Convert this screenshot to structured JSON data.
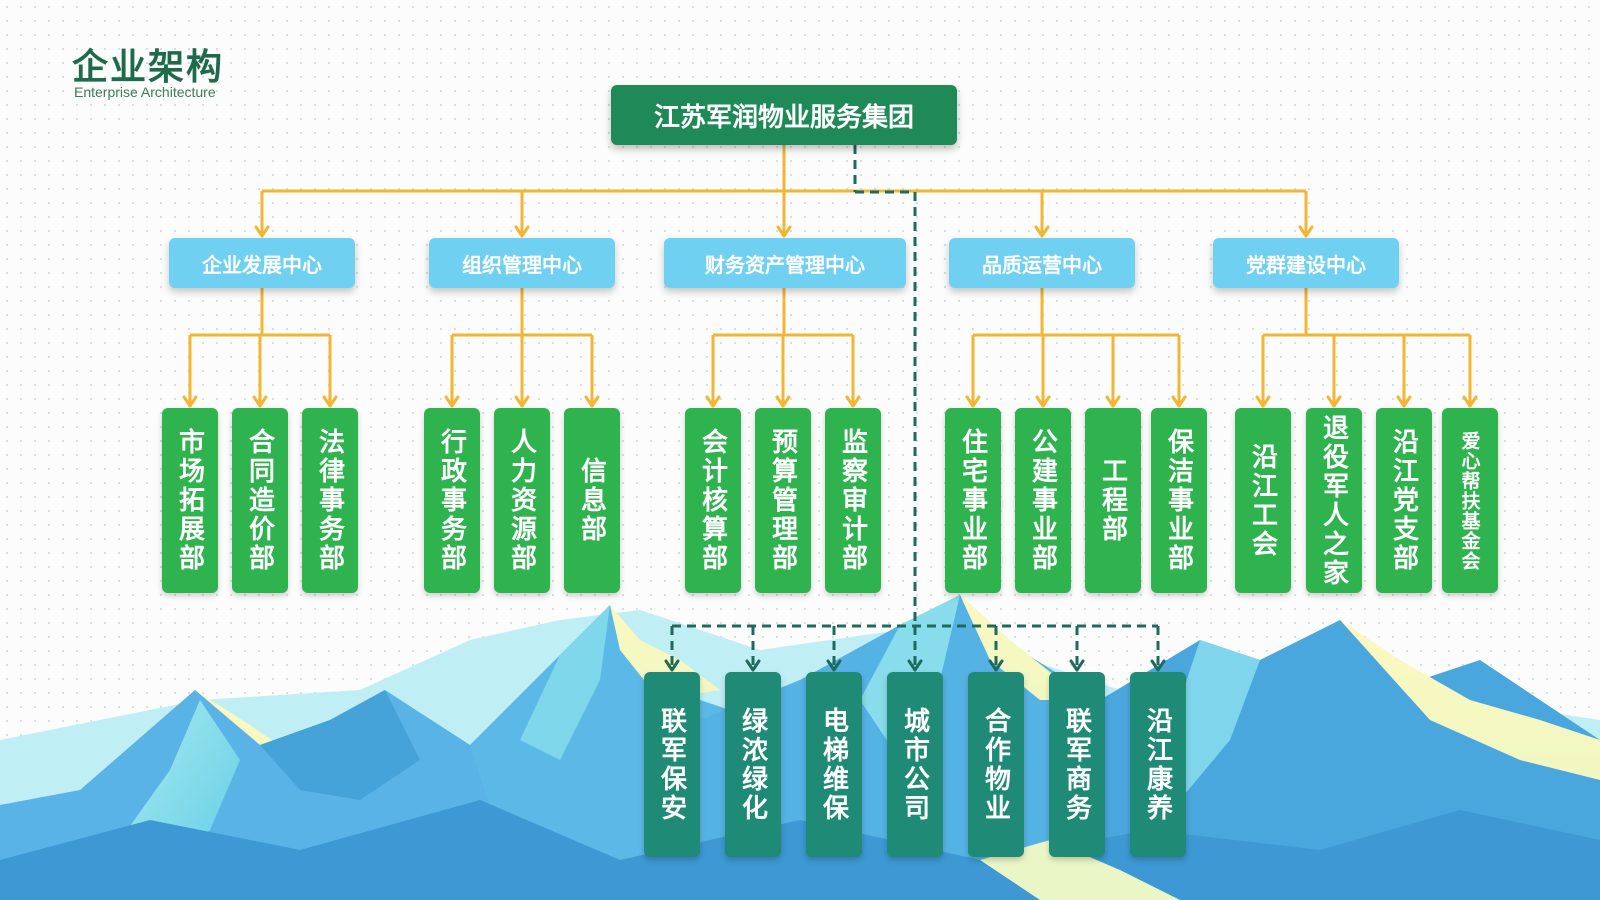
{
  "header": {
    "title": "企业架构",
    "subtitle": "Enterprise Architecture"
  },
  "root": {
    "label": "江苏军润物业服务集团"
  },
  "centers": [
    {
      "label": "企业发展中心",
      "departments": [
        "市场拓展部",
        "合同造价部",
        "法律事务部"
      ]
    },
    {
      "label": "组织管理中心",
      "departments": [
        "行政事务部",
        "人力资源部",
        "信息部"
      ]
    },
    {
      "label": "财务资产管理中心",
      "departments": [
        "会计核算部",
        "预算管理部",
        "监察审计部"
      ]
    },
    {
      "label": "品质运营中心",
      "departments": [
        "住宅事业部",
        "公建事业部",
        "工程部",
        "保洁事业部"
      ]
    },
    {
      "label": "党群建设中心",
      "departments": [
        "沿江工会",
        "退役军人之家",
        "沿江党支部",
        "爱心帮扶基金会"
      ]
    }
  ],
  "subsidiaries": [
    "联军保安",
    "绿浓绿化",
    "电梯维保",
    "城市公司",
    "合作物业",
    "联军商务",
    "沿江康养"
  ],
  "colors": {
    "title": "#1e6b4c",
    "root_box": "#1f8a58",
    "center_box": "#6fd0f1",
    "department_box": "#2fb34f",
    "subsidiary_box": "#1f8a76",
    "solid_connector": "#f2b632",
    "dashed_connector": "#1e6b5c"
  }
}
